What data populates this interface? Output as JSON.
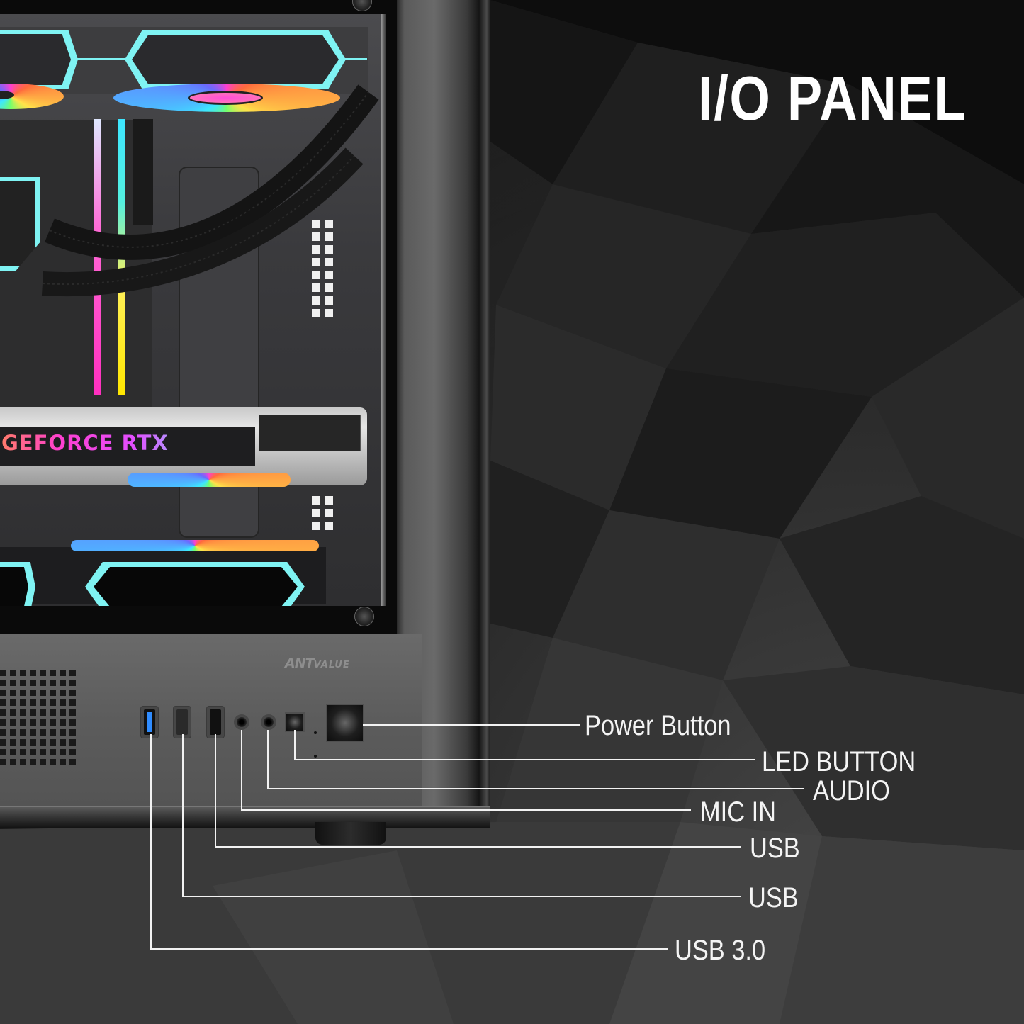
{
  "title": "I/O PANEL",
  "brand": {
    "logo_main": "ANT",
    "logo_sub": "VALUE"
  },
  "gpu": {
    "label": "GEFORCE RTX"
  },
  "callouts": [
    {
      "id": "power",
      "label": "Power Button"
    },
    {
      "id": "led",
      "label": "LED BUTTON"
    },
    {
      "id": "audio",
      "label": "AUDIO"
    },
    {
      "id": "mic",
      "label": "MIC IN"
    },
    {
      "id": "usb-2",
      "label": "USB"
    },
    {
      "id": "usb-1",
      "label": "USB"
    },
    {
      "id": "usb3",
      "label": "USB 3.0"
    }
  ],
  "colors": {
    "accent_cyan": "#7ff3f3",
    "usb3_blue": "#2f8cff",
    "callout_line": "#f2f2f2",
    "background": "#1a1a1a"
  }
}
